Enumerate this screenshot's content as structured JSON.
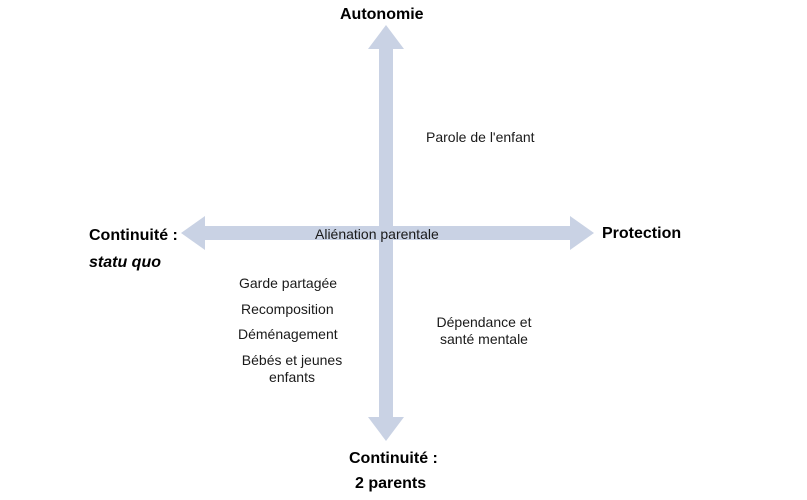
{
  "poles": {
    "top": "Autonomie",
    "right": "Protection",
    "left_line1": "Continuité :",
    "left_line2": "statu quo",
    "bottom_line1": "Continuité :",
    "bottom_line2": "2 parents"
  },
  "topics": {
    "parole": "Parole de l'enfant",
    "alienation": "Aliénation parentale",
    "garde": "Garde partagée",
    "recomposition": "Recomposition",
    "demenagement": "Déménagement",
    "bebes_line1": "Bébés et jeunes",
    "bebes_line2": "enfants",
    "dependance_line1": "Dépendance et",
    "dependance_line2": "santé mentale"
  },
  "colors": {
    "axis": "#c9d2e4",
    "text": "#111111"
  }
}
